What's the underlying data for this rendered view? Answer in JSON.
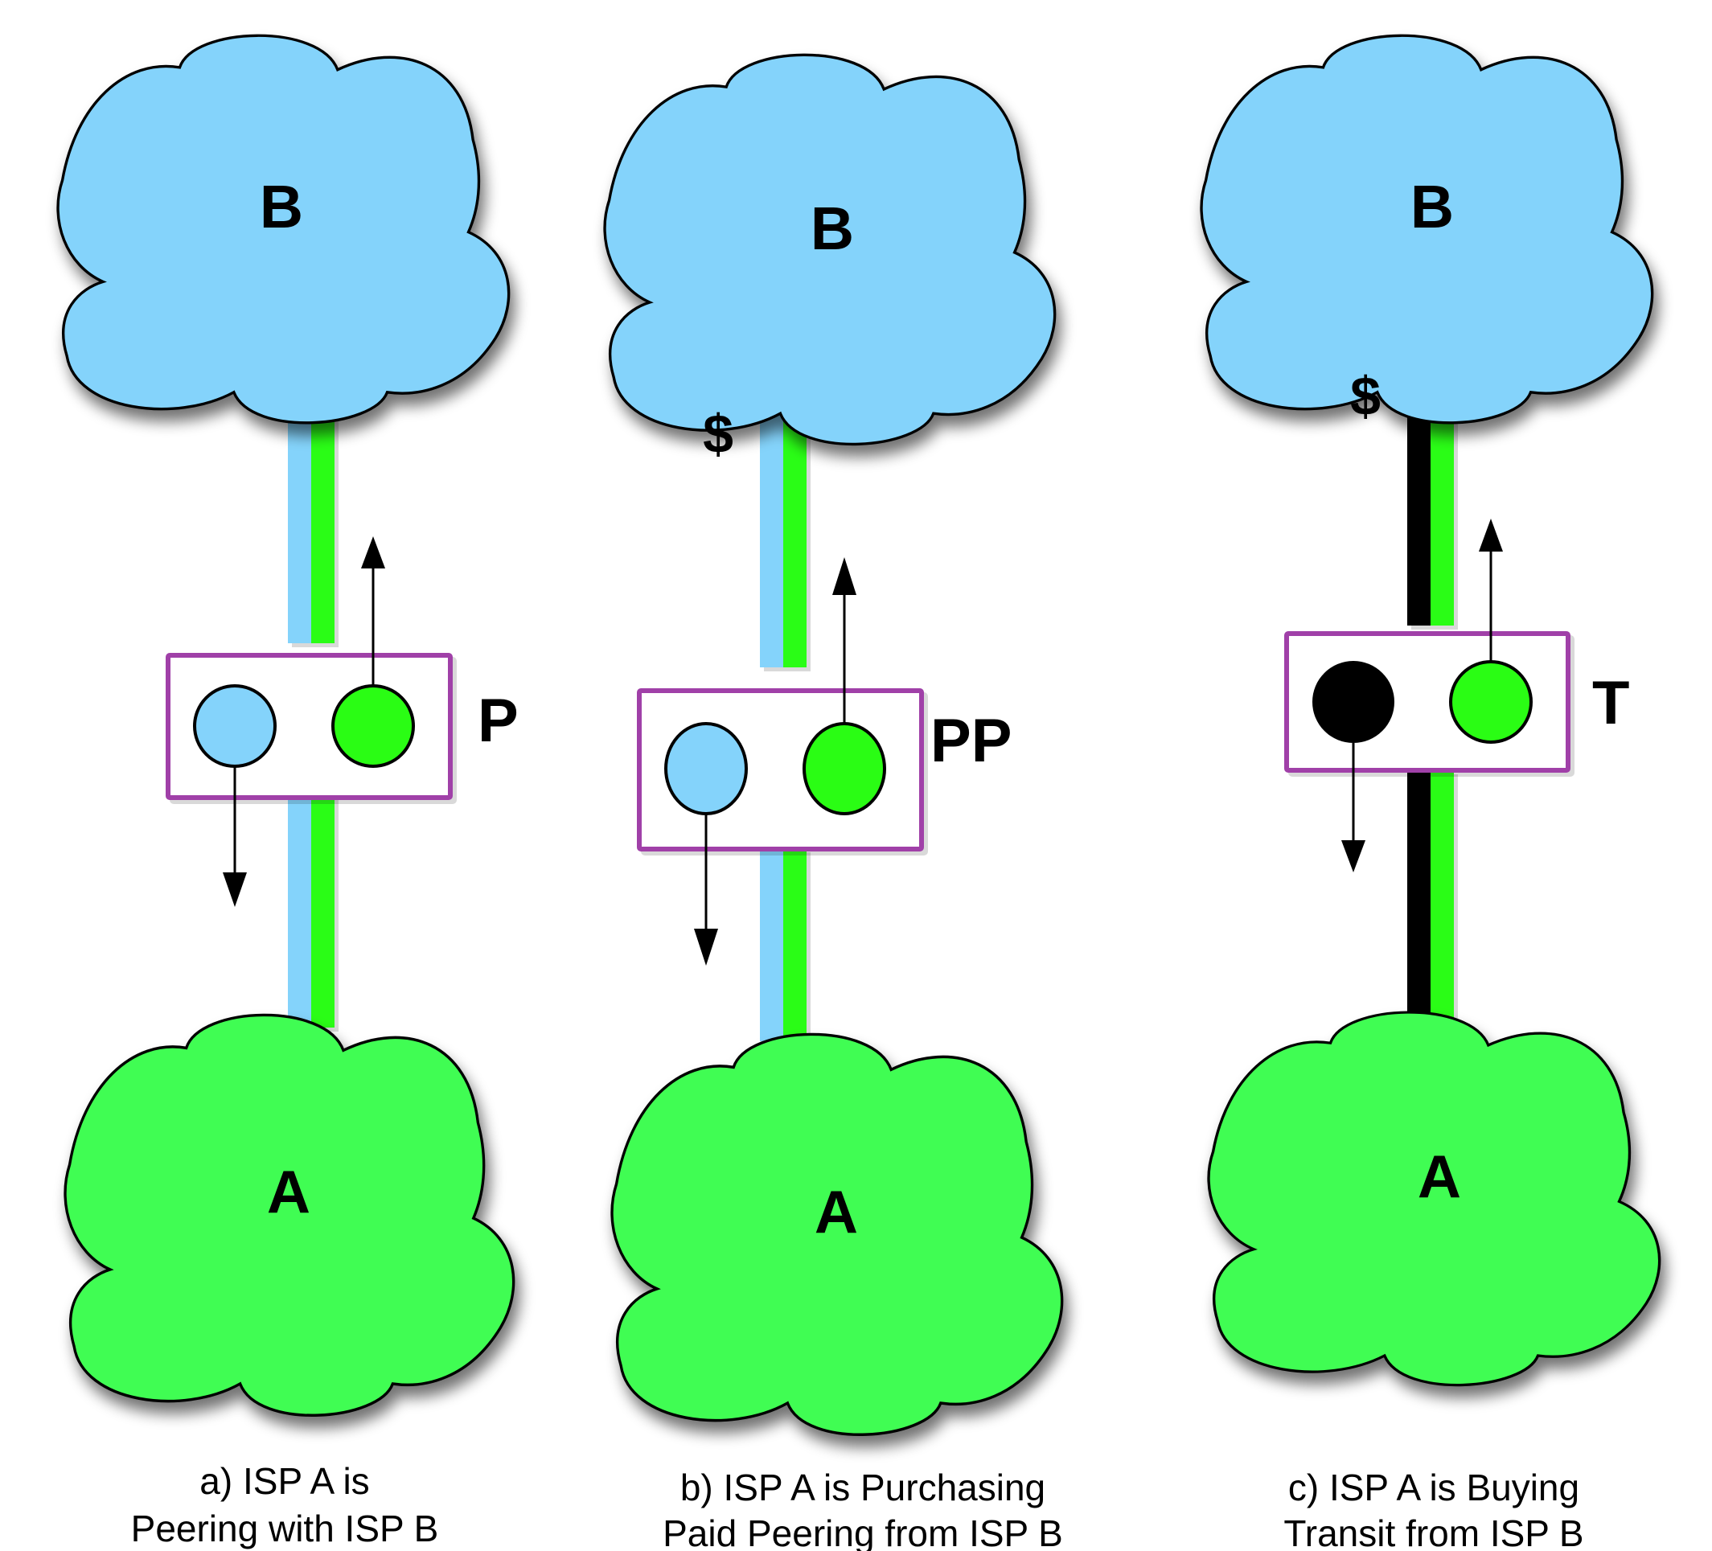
{
  "figure": {
    "colors": {
      "isp_b": "#84d3fb",
      "isp_a": "#3ffd52",
      "link_green": "#2afd14",
      "link_black": "#000000",
      "box_border": "#a040a8",
      "outline": "#000000"
    },
    "panels": [
      {
        "id": "a",
        "top_cloud_label": "B",
        "bottom_cloud_label": "A",
        "relationship_label": "P",
        "relationship": "peering",
        "left_link_color": "isp_b",
        "left_node_color": "isp_b",
        "dollar_label": null,
        "caption": [
          "a) ISP A is",
          "Peering with ISP B"
        ]
      },
      {
        "id": "b",
        "top_cloud_label": "B",
        "bottom_cloud_label": "A",
        "relationship_label": "PP",
        "relationship": "paid-peering",
        "left_link_color": "isp_b",
        "left_node_color": "isp_b",
        "dollar_label": "$",
        "caption": [
          "b) ISP A is Purchasing",
          "Paid Peering from ISP B"
        ]
      },
      {
        "id": "c",
        "top_cloud_label": "B",
        "bottom_cloud_label": "A",
        "relationship_label": "T",
        "relationship": "transit",
        "left_link_color": "link_black",
        "left_node_color": "link_black",
        "dollar_label": "$",
        "caption": [
          "c) ISP A is Buying",
          "Transit from ISP B"
        ]
      }
    ]
  }
}
